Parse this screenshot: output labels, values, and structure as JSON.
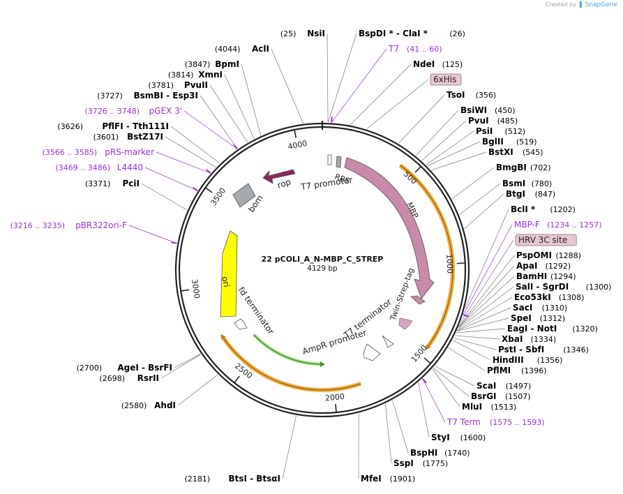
{
  "credit": {
    "prefix": "Created by",
    "brand": "SnapGene"
  },
  "plasmid": {
    "name": "22 pCOLI_A_N-MBP_C_STREP",
    "length_label": "4129 bp",
    "length_bp": 4129
  },
  "ticks": [
    {
      "bp": 500,
      "label": "500"
    },
    {
      "bp": 1000,
      "label": "1000"
    },
    {
      "bp": 1500,
      "label": "1500"
    },
    {
      "bp": 2000,
      "label": "2000"
    },
    {
      "bp": 2500,
      "label": "2500"
    },
    {
      "bp": 3000,
      "label": "3000"
    },
    {
      "bp": 3500,
      "label": "3500"
    },
    {
      "bp": 4000,
      "label": "4000"
    }
  ],
  "colors": {
    "backbone": "#222222",
    "enzyme": "#000000",
    "primer": "#9b30d9",
    "feature_box": "#e8c6d2",
    "mbp": "#c98aa9",
    "rop": "#8b2a5a",
    "ori": "#ffff00",
    "ampr": "#3a8f1c",
    "orange_arc": "#f0b040"
  },
  "features": [
    {
      "id": "ori",
      "label": "ori",
      "kind": "ori"
    },
    {
      "id": "mbp",
      "label": "MBP",
      "kind": "cds"
    },
    {
      "id": "rop",
      "label": "rop",
      "kind": "cds"
    },
    {
      "id": "bom",
      "label": "bom",
      "kind": "box"
    },
    {
      "id": "rbs",
      "label": "RBS",
      "kind": "box"
    },
    {
      "id": "t7promoter",
      "label": "T7 promoter",
      "kind": "promoter"
    },
    {
      "id": "strep",
      "label": "Twin-Strep-tag",
      "kind": "tag"
    },
    {
      "id": "t7term",
      "label": "T7 terminator",
      "kind": "terminator"
    },
    {
      "id": "amprpromoter",
      "label": "AmpR promoter",
      "kind": "promoter"
    },
    {
      "id": "fdterm",
      "label": "fd terminator",
      "kind": "terminator"
    }
  ],
  "labels": [
    {
      "side": "L",
      "pos": "(25)",
      "name": "NsiI",
      "kind": "enzyme"
    },
    {
      "side": "R",
      "pos": "(26)",
      "name": "BspDI * - ClaI *",
      "kind": "enzyme"
    },
    {
      "side": "R",
      "pos": "(41 .. 60)",
      "name": "T7",
      "kind": "primer"
    },
    {
      "side": "R",
      "pos": "(125)",
      "name": "NdeI",
      "kind": "enzyme"
    },
    {
      "side": "R",
      "pos": "",
      "name": "6xHis",
      "kind": "boxed"
    },
    {
      "side": "R",
      "pos": "(356)",
      "name": "TsoI",
      "kind": "enzyme"
    },
    {
      "side": "R",
      "pos": "(450)",
      "name": "BsiWI",
      "kind": "enzyme"
    },
    {
      "side": "R",
      "pos": "(485)",
      "name": "PvuI",
      "kind": "enzyme"
    },
    {
      "side": "R",
      "pos": "(512)",
      "name": "PsiI",
      "kind": "enzyme"
    },
    {
      "side": "R",
      "pos": "(519)",
      "name": "BglII",
      "kind": "enzyme"
    },
    {
      "side": "R",
      "pos": "(545)",
      "name": "BstXI",
      "kind": "enzyme"
    },
    {
      "side": "R",
      "pos": "(702)",
      "name": "BmgBI",
      "kind": "enzyme"
    },
    {
      "side": "R",
      "pos": "(780)",
      "name": "BsmI",
      "kind": "enzyme"
    },
    {
      "side": "R",
      "pos": "(847)",
      "name": "BtgI",
      "kind": "enzyme"
    },
    {
      "side": "R",
      "pos": "(1202)",
      "name": "BclI *",
      "kind": "enzyme"
    },
    {
      "side": "R",
      "pos": "(1234 .. 1257)",
      "name": "MBP-F",
      "kind": "primer"
    },
    {
      "side": "R",
      "pos": "",
      "name": "HRV 3C site",
      "kind": "boxed"
    },
    {
      "side": "R",
      "pos": "(1288)",
      "name": "PspOMI",
      "kind": "enzyme"
    },
    {
      "side": "R",
      "pos": "(1292)",
      "name": "ApaI",
      "kind": "enzyme"
    },
    {
      "side": "R",
      "pos": "(1294)",
      "name": "BamHI",
      "kind": "enzyme"
    },
    {
      "side": "R",
      "pos": "(1300)",
      "name": "SalI - SgrDI",
      "kind": "enzyme"
    },
    {
      "side": "R",
      "pos": "(1308)",
      "name": "Eco53kI",
      "kind": "enzyme"
    },
    {
      "side": "R",
      "pos": "(1310)",
      "name": "SacI",
      "kind": "enzyme"
    },
    {
      "side": "R",
      "pos": "(1312)",
      "name": "SpeI",
      "kind": "enzyme"
    },
    {
      "side": "R",
      "pos": "(1320)",
      "name": "EagI - NotI",
      "kind": "enzyme"
    },
    {
      "side": "R",
      "pos": "(1334)",
      "name": "XbaI",
      "kind": "enzyme"
    },
    {
      "side": "R",
      "pos": "(1346)",
      "name": "PstI - SbfI",
      "kind": "enzyme"
    },
    {
      "side": "R",
      "pos": "(1356)",
      "name": "HindIII",
      "kind": "enzyme"
    },
    {
      "side": "R",
      "pos": "(1396)",
      "name": "PflMI",
      "kind": "enzyme"
    },
    {
      "side": "R",
      "pos": "(1497)",
      "name": "ScaI",
      "kind": "enzyme"
    },
    {
      "side": "R",
      "pos": "(1507)",
      "name": "BsrGI",
      "kind": "enzyme"
    },
    {
      "side": "R",
      "pos": "(1513)",
      "name": "MluI",
      "kind": "enzyme"
    },
    {
      "side": "R",
      "pos": "(1575 .. 1593)",
      "name": "T7 Term",
      "kind": "primer"
    },
    {
      "side": "R",
      "pos": "(1600)",
      "name": "StyI",
      "kind": "enzyme"
    },
    {
      "side": "R",
      "pos": "(1740)",
      "name": "BspHI",
      "kind": "enzyme"
    },
    {
      "side": "R",
      "pos": "(1775)",
      "name": "SspI",
      "kind": "enzyme"
    },
    {
      "side": "R",
      "pos": "(1901)",
      "name": "MfeI",
      "kind": "enzyme"
    },
    {
      "side": "L",
      "pos": "(2181)",
      "name": "BtsI - BtsαI",
      "kind": "enzyme"
    },
    {
      "side": "L",
      "pos": "(2580)",
      "name": "AhdI",
      "kind": "enzyme"
    },
    {
      "side": "L",
      "pos": "(2698)",
      "name": "RsrII",
      "kind": "enzyme"
    },
    {
      "side": "L",
      "pos": "(2700)",
      "name": "AgeI - BsrFI",
      "kind": "enzyme"
    },
    {
      "side": "L",
      "pos": "(3216 .. 3235)",
      "name": "pBR322ori-F",
      "kind": "primer"
    },
    {
      "side": "L",
      "pos": "(3371)",
      "name": "PciI",
      "kind": "enzyme"
    },
    {
      "side": "L",
      "pos": "(3469 .. 3486)",
      "name": "L4440",
      "kind": "primer"
    },
    {
      "side": "L",
      "pos": "(3566 .. 3585)",
      "name": "pRS-marker",
      "kind": "primer"
    },
    {
      "side": "L",
      "pos": "(3601)",
      "name": "BstZ17I",
      "kind": "enzyme"
    },
    {
      "side": "L",
      "pos": "(3626)",
      "name": "PflFI - Tth111I",
      "kind": "enzyme"
    },
    {
      "side": "L",
      "pos": "(3726 .. 3748)",
      "name": "pGEX 3'",
      "kind": "primer"
    },
    {
      "side": "L",
      "pos": "(3727)",
      "name": "BsmBI - Esp3I",
      "kind": "enzyme"
    },
    {
      "side": "L",
      "pos": "(3781)",
      "name": "PvuII",
      "kind": "enzyme"
    },
    {
      "side": "L",
      "pos": "(3814)",
      "name": "XmnI",
      "kind": "enzyme"
    },
    {
      "side": "L",
      "pos": "(3847)",
      "name": "BpmI",
      "kind": "enzyme"
    },
    {
      "side": "L",
      "pos": "(4044)",
      "name": "AclI",
      "kind": "enzyme"
    }
  ]
}
